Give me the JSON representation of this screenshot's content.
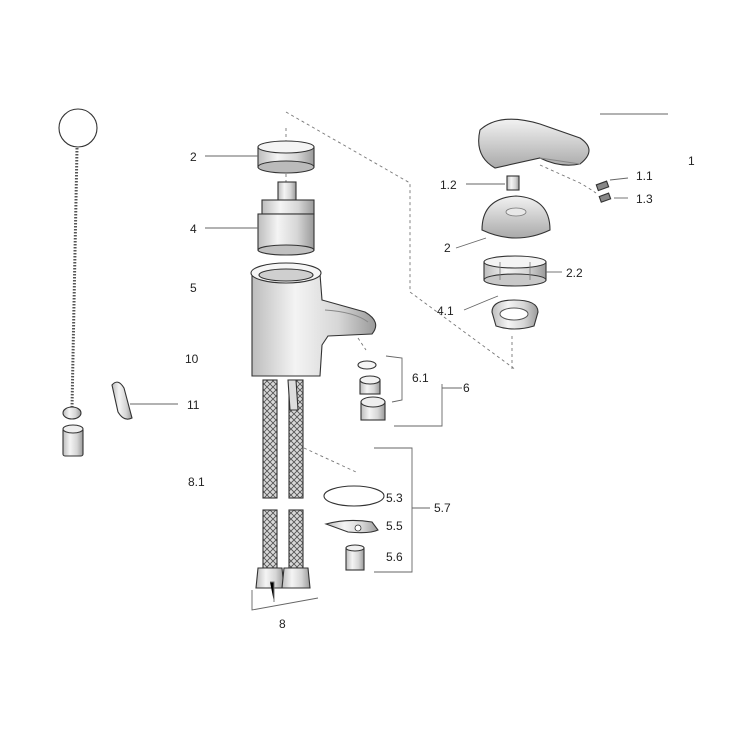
{
  "diagram": {
    "labels": {
      "l1": "1",
      "l1_1": "1.1",
      "l1_2": "1.2",
      "l1_3": "1.3",
      "l2_left": "2",
      "l2_right": "2",
      "l2_2": "2.2",
      "l4": "4",
      "l4_1": "4.1",
      "l5": "5",
      "l5_3": "5.3",
      "l5_5": "5.5",
      "l5_6": "5.6",
      "l5_7": "5.7",
      "l6": "6",
      "l6_1": "6.1",
      "l8": "8",
      "l8_1": "8.1",
      "l10": "10",
      "l11": "11"
    }
  }
}
